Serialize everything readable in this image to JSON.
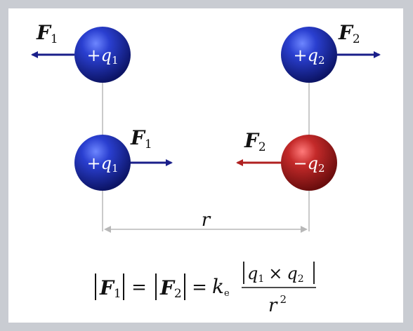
{
  "diagram": {
    "forces": {
      "f1": {
        "symbol": "F",
        "sub": "1"
      },
      "f2": {
        "symbol": "F",
        "sub": "2"
      }
    },
    "charges": {
      "q1_top": {
        "sign": "+",
        "symbol": "q",
        "sub": "1"
      },
      "q2_top": {
        "sign": "+",
        "symbol": "q",
        "sub": "2"
      },
      "q1_bottom": {
        "sign": "+",
        "symbol": "q",
        "sub": "1"
      },
      "q2_bottom": {
        "sign": "−",
        "symbol": "q",
        "sub": "2"
      }
    },
    "distance_label": "r",
    "equation": {
      "equals": "=",
      "k": "k",
      "k_sub": "e",
      "times": "×",
      "denominator_base": "r",
      "denominator_exp": "2"
    },
    "colors": {
      "positive": "#1f2f9e",
      "negative": "#a81e1e",
      "attract_arrow": "#b02020",
      "repel_arrow": "#1a1f8a",
      "line": "#b8b8b8"
    }
  }
}
